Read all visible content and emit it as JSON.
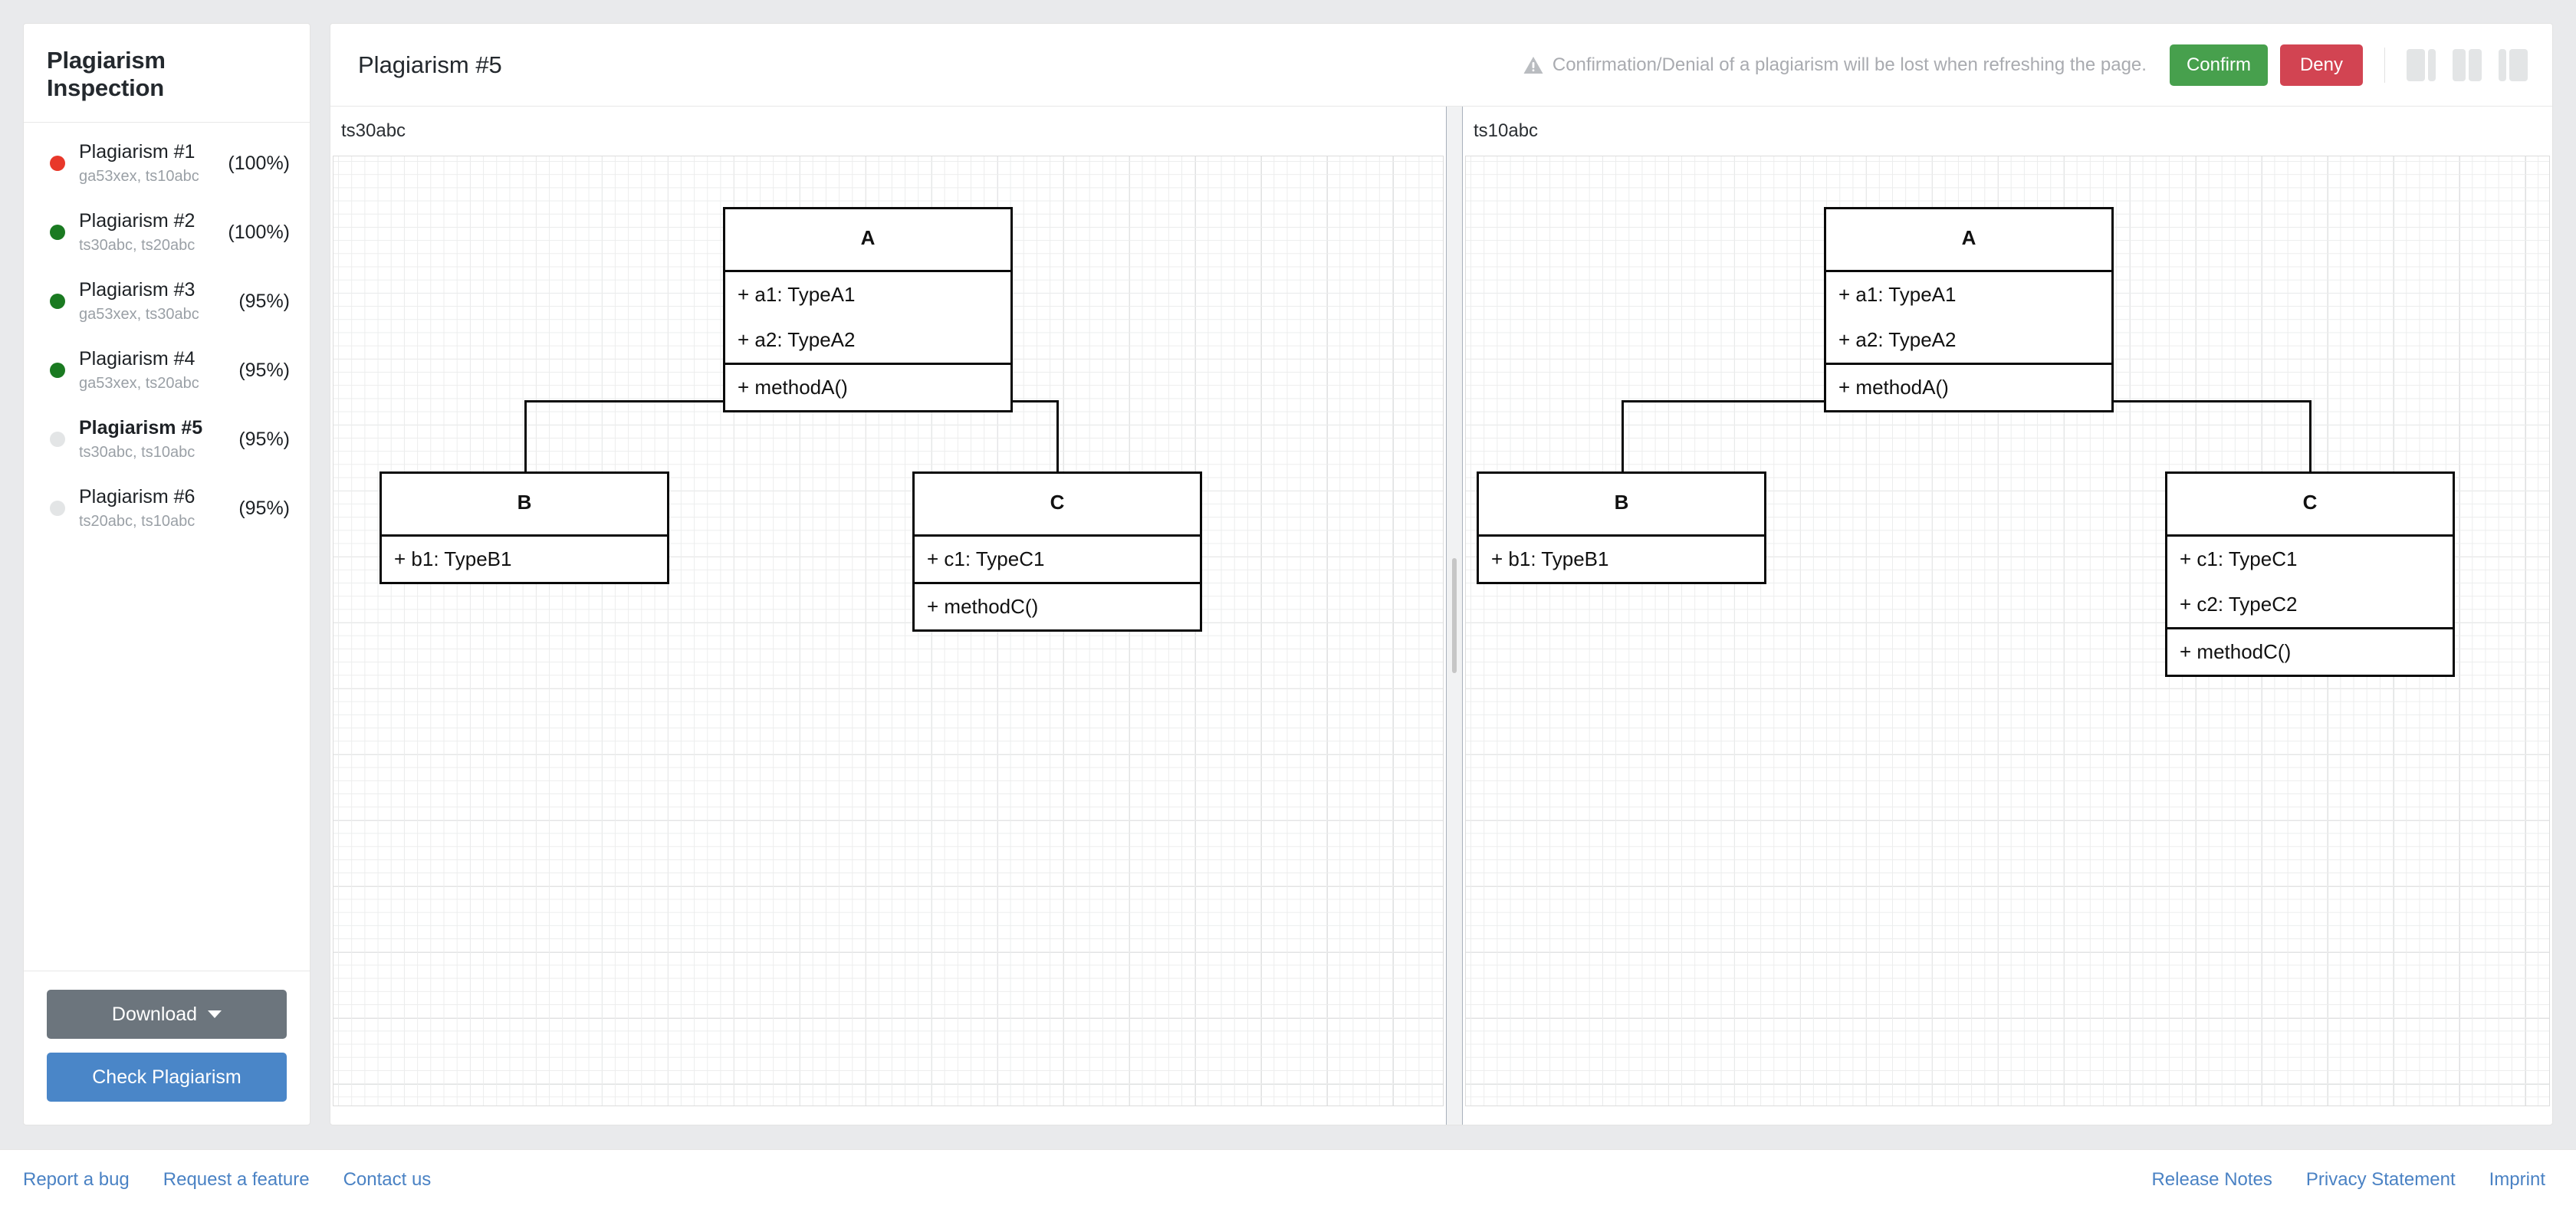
{
  "sidebar": {
    "title": "Plagiarism Inspection",
    "items": [
      {
        "name": "Plagiarism #1",
        "files": "ga53xex, ts10abc",
        "percent": "(100%)",
        "dot": "#e8382a",
        "selected": false
      },
      {
        "name": "Plagiarism #2",
        "files": "ts30abc, ts20abc",
        "percent": "(100%)",
        "dot": "#1a7a21",
        "selected": false
      },
      {
        "name": "Plagiarism #3",
        "files": "ga53xex, ts30abc",
        "percent": "(95%)",
        "dot": "#1a7a21",
        "selected": false
      },
      {
        "name": "Plagiarism #4",
        "files": "ga53xex, ts20abc",
        "percent": "(95%)",
        "dot": "#1a7a21",
        "selected": false
      },
      {
        "name": "Plagiarism #5",
        "files": "ts30abc, ts10abc",
        "percent": "(95%)",
        "dot": "#e3e5e6",
        "selected": true
      },
      {
        "name": "Plagiarism #6",
        "files": "ts20abc, ts10abc",
        "percent": "(95%)",
        "dot": "#e3e5e6",
        "selected": false
      }
    ],
    "download_label": "Download",
    "check_label": "Check Plagiarism"
  },
  "header": {
    "title": "Plagiarism #5",
    "warning_text": "Confirmation/Denial of a plagiarism will be lost when refreshing the page.",
    "warning_icon": "warning-triangle-icon",
    "confirm_label": "Confirm",
    "deny_label": "Deny",
    "confirm_color": "#47a04d",
    "deny_color": "#d24452",
    "layout_buttons": [
      {
        "name": "layout-left-wide",
        "icon": "split-pane-left-wide-icon"
      },
      {
        "name": "layout-equal",
        "icon": "split-pane-equal-icon"
      },
      {
        "name": "layout-right-wide",
        "icon": "split-pane-right-wide-icon"
      }
    ]
  },
  "panes": {
    "left": {
      "file_label": "ts30abc",
      "diagram": {
        "classes": [
          {
            "name": "A",
            "sections": [
              [
                "+ a1: TypeA1",
                "+ a2: TypeA2"
              ],
              [
                "+ methodA()"
              ]
            ]
          },
          {
            "name": "B",
            "sections": [
              [
                "+ b1: TypeB1"
              ]
            ]
          },
          {
            "name": "C",
            "sections": [
              [
                "+ c1: TypeC1"
              ],
              [
                "+ methodC()"
              ]
            ]
          }
        ]
      }
    },
    "right": {
      "file_label": "ts10abc",
      "diagram": {
        "classes": [
          {
            "name": "A",
            "sections": [
              [
                "+ a1: TypeA1",
                "+ a2: TypeA2"
              ],
              [
                "+ methodA()"
              ]
            ]
          },
          {
            "name": "B",
            "sections": [
              [
                "+ b1: TypeB1"
              ]
            ]
          },
          {
            "name": "C",
            "sections": [
              [
                "+ c1: TypeC1",
                "+ c2: TypeC2"
              ],
              [
                "+ methodC()"
              ]
            ]
          }
        ]
      }
    }
  },
  "footer": {
    "left_links": [
      "Report a bug",
      "Request a feature",
      "Contact us"
    ],
    "right_links": [
      "Release Notes",
      "Privacy Statement",
      "Imprint"
    ],
    "link_color": "#4a82c4"
  }
}
